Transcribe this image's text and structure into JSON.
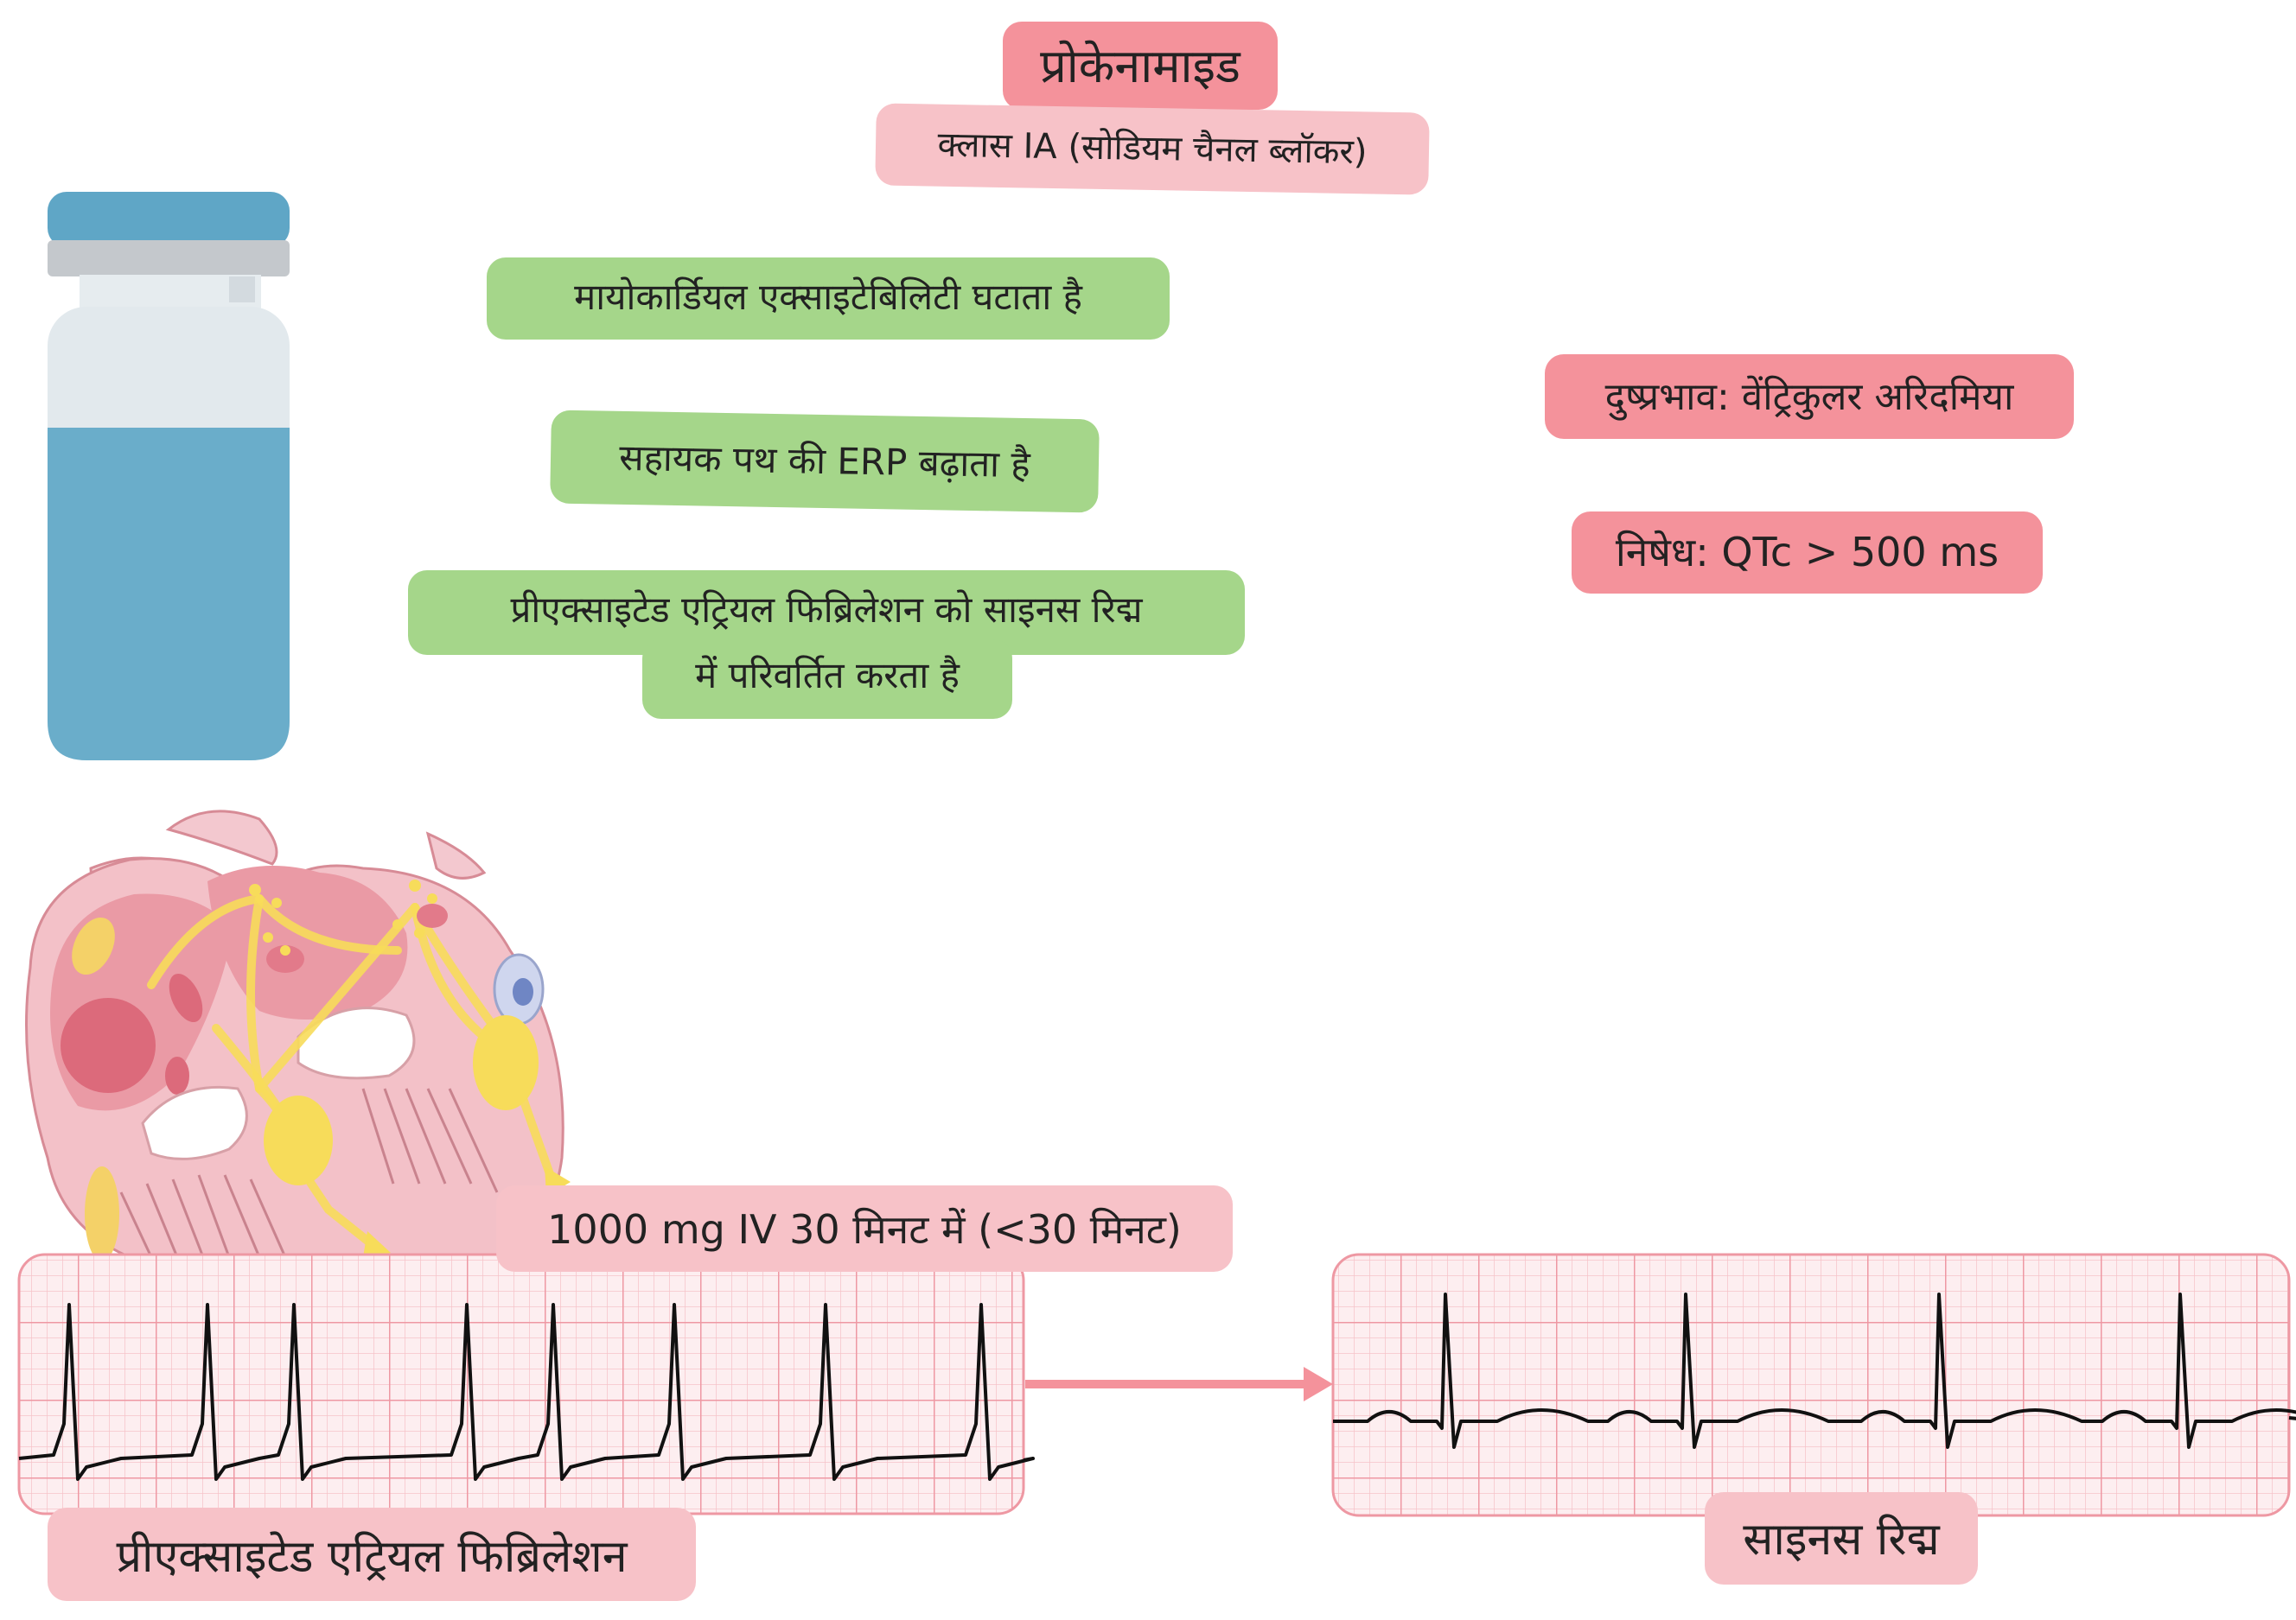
{
  "title": "प्रोकेनामाइड",
  "drug_class": "क्लास IA (सोडियम चैनल ब्लॉकर)",
  "effects": [
    "मायोकार्डियल एक्साइटेबिलिटी घटाता है",
    "सहायक पथ की ERP बढ़ाता है",
    "प्रीएक्साइटेड एट्रियल फिब्रिलेशन को साइनस रिद्म",
    "में परिवर्तित करता है"
  ],
  "side_effect": "दुष्प्रभाव: वेंट्रिकुलर अरिदमिया",
  "contraindication": "निषेध: QTc > 500 ms",
  "dose": "1000 mg IV 30 मिनट में (<30 मिनट)",
  "ecg_before_label": "प्रीएक्साइटेड एट्रियल फिब्रिलेशन",
  "ecg_after_label": "साइनस रिद्म",
  "colors": {
    "pink": "#f7c2c8",
    "red": "#f4929b",
    "green": "#a5d68a",
    "vial_blue": "#6aadca",
    "ecg_grid": "#f2a1ab"
  },
  "icons": [
    "vial-icon",
    "heart-conduction-icon",
    "arrow-right-icon"
  ]
}
